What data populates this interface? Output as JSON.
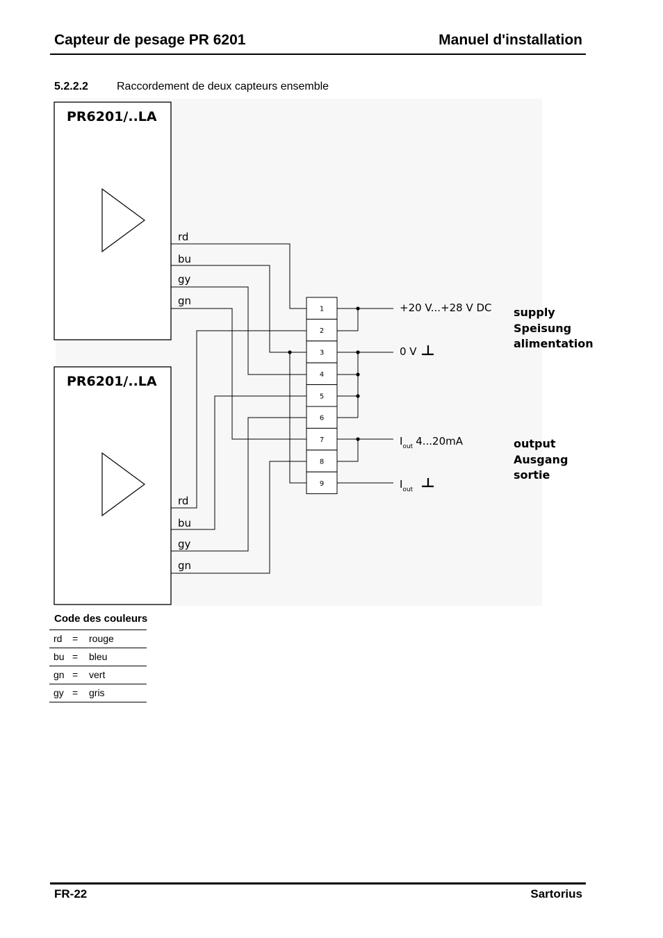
{
  "header": {
    "title": "Capteur de pesage PR 6201",
    "right": "Manuel d'installation"
  },
  "section": {
    "number": "5.2.2.2",
    "title": "Raccordement de deux capteurs ensemble"
  },
  "diagram": {
    "sensor1": {
      "label": "PR6201/..LA",
      "wires": {
        "rd": "rd",
        "bu": "bu",
        "gy": "gy",
        "gn": "gn"
      }
    },
    "sensor2": {
      "label": "PR6201/..LA",
      "wires": {
        "rd": "rd",
        "bu": "bu",
        "gy": "gy",
        "gn": "gn"
      }
    },
    "terminals": [
      "1",
      "2",
      "3",
      "4",
      "5",
      "6",
      "7",
      "8",
      "9"
    ],
    "signals": {
      "supply_plus": "+20 V...+28 V DC",
      "zero_v": "0 V",
      "iout_main": "I",
      "iout_sub": "out",
      "iout_range": "4...20mA",
      "iout_gnd_main": "I",
      "iout_gnd_sub": "out"
    },
    "group_labels": {
      "supply": [
        "supply",
        "Speisung",
        "alimentation"
      ],
      "output": [
        "output",
        "Ausgang",
        "sortie"
      ]
    }
  },
  "legend": {
    "title": "Code des couleurs",
    "rows": [
      {
        "code": "rd",
        "eq": "=",
        "value": "rouge"
      },
      {
        "code": "bu",
        "eq": "=",
        "value": "bleu"
      },
      {
        "code": "gn",
        "eq": "=",
        "value": "vert"
      },
      {
        "code": "gy",
        "eq": "=",
        "value": "gris"
      }
    ]
  },
  "footer": {
    "page": "FR-22",
    "brand": "Sartorius"
  }
}
